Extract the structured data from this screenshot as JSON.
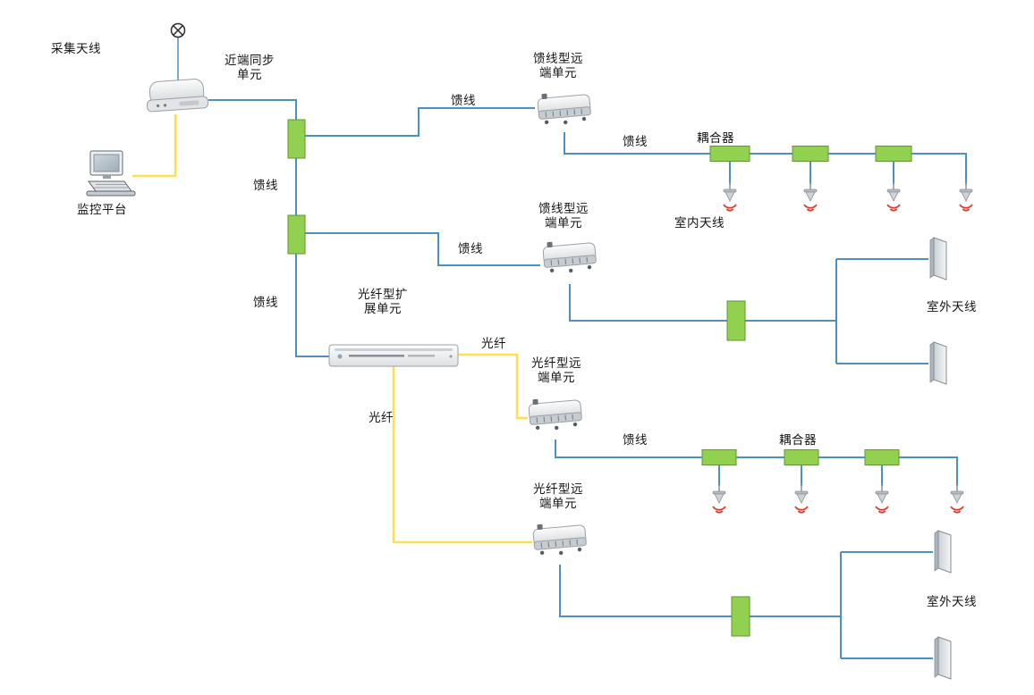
{
  "colors": {
    "feeder_line_blue": "#4a90c2",
    "fiber_line_yellow": "#ffdf4f",
    "coupler_green": "#92d050",
    "signal_red": "#e23b2e"
  },
  "nodes": {
    "collect_antenna": "采集天线",
    "near_end_sync_unit": "近端同步\n单元",
    "monitor_platform": "监控平台",
    "feeder_remote_unit_top": "馈线型远\n端单元",
    "feeder_remote_unit_mid": "馈线型远\n端单元",
    "fiber_expansion_unit": "光纤型扩\n展单元",
    "fiber_remote_unit_top": "光纤型远\n端单元",
    "fiber_remote_unit_bottom": "光纤型远\n端单元",
    "coupler_row1": "耦合器",
    "coupler_row2": "耦合器",
    "indoor_antenna": "室内天线",
    "outdoor_antenna_row1": "室外天线",
    "outdoor_antenna_row2": "室外天线"
  },
  "edges": {
    "feeder": [
      "馈线",
      "馈线",
      "馈线",
      "馈线",
      "馈线",
      "馈线"
    ],
    "fiber": [
      "光纤",
      "光纤"
    ]
  }
}
